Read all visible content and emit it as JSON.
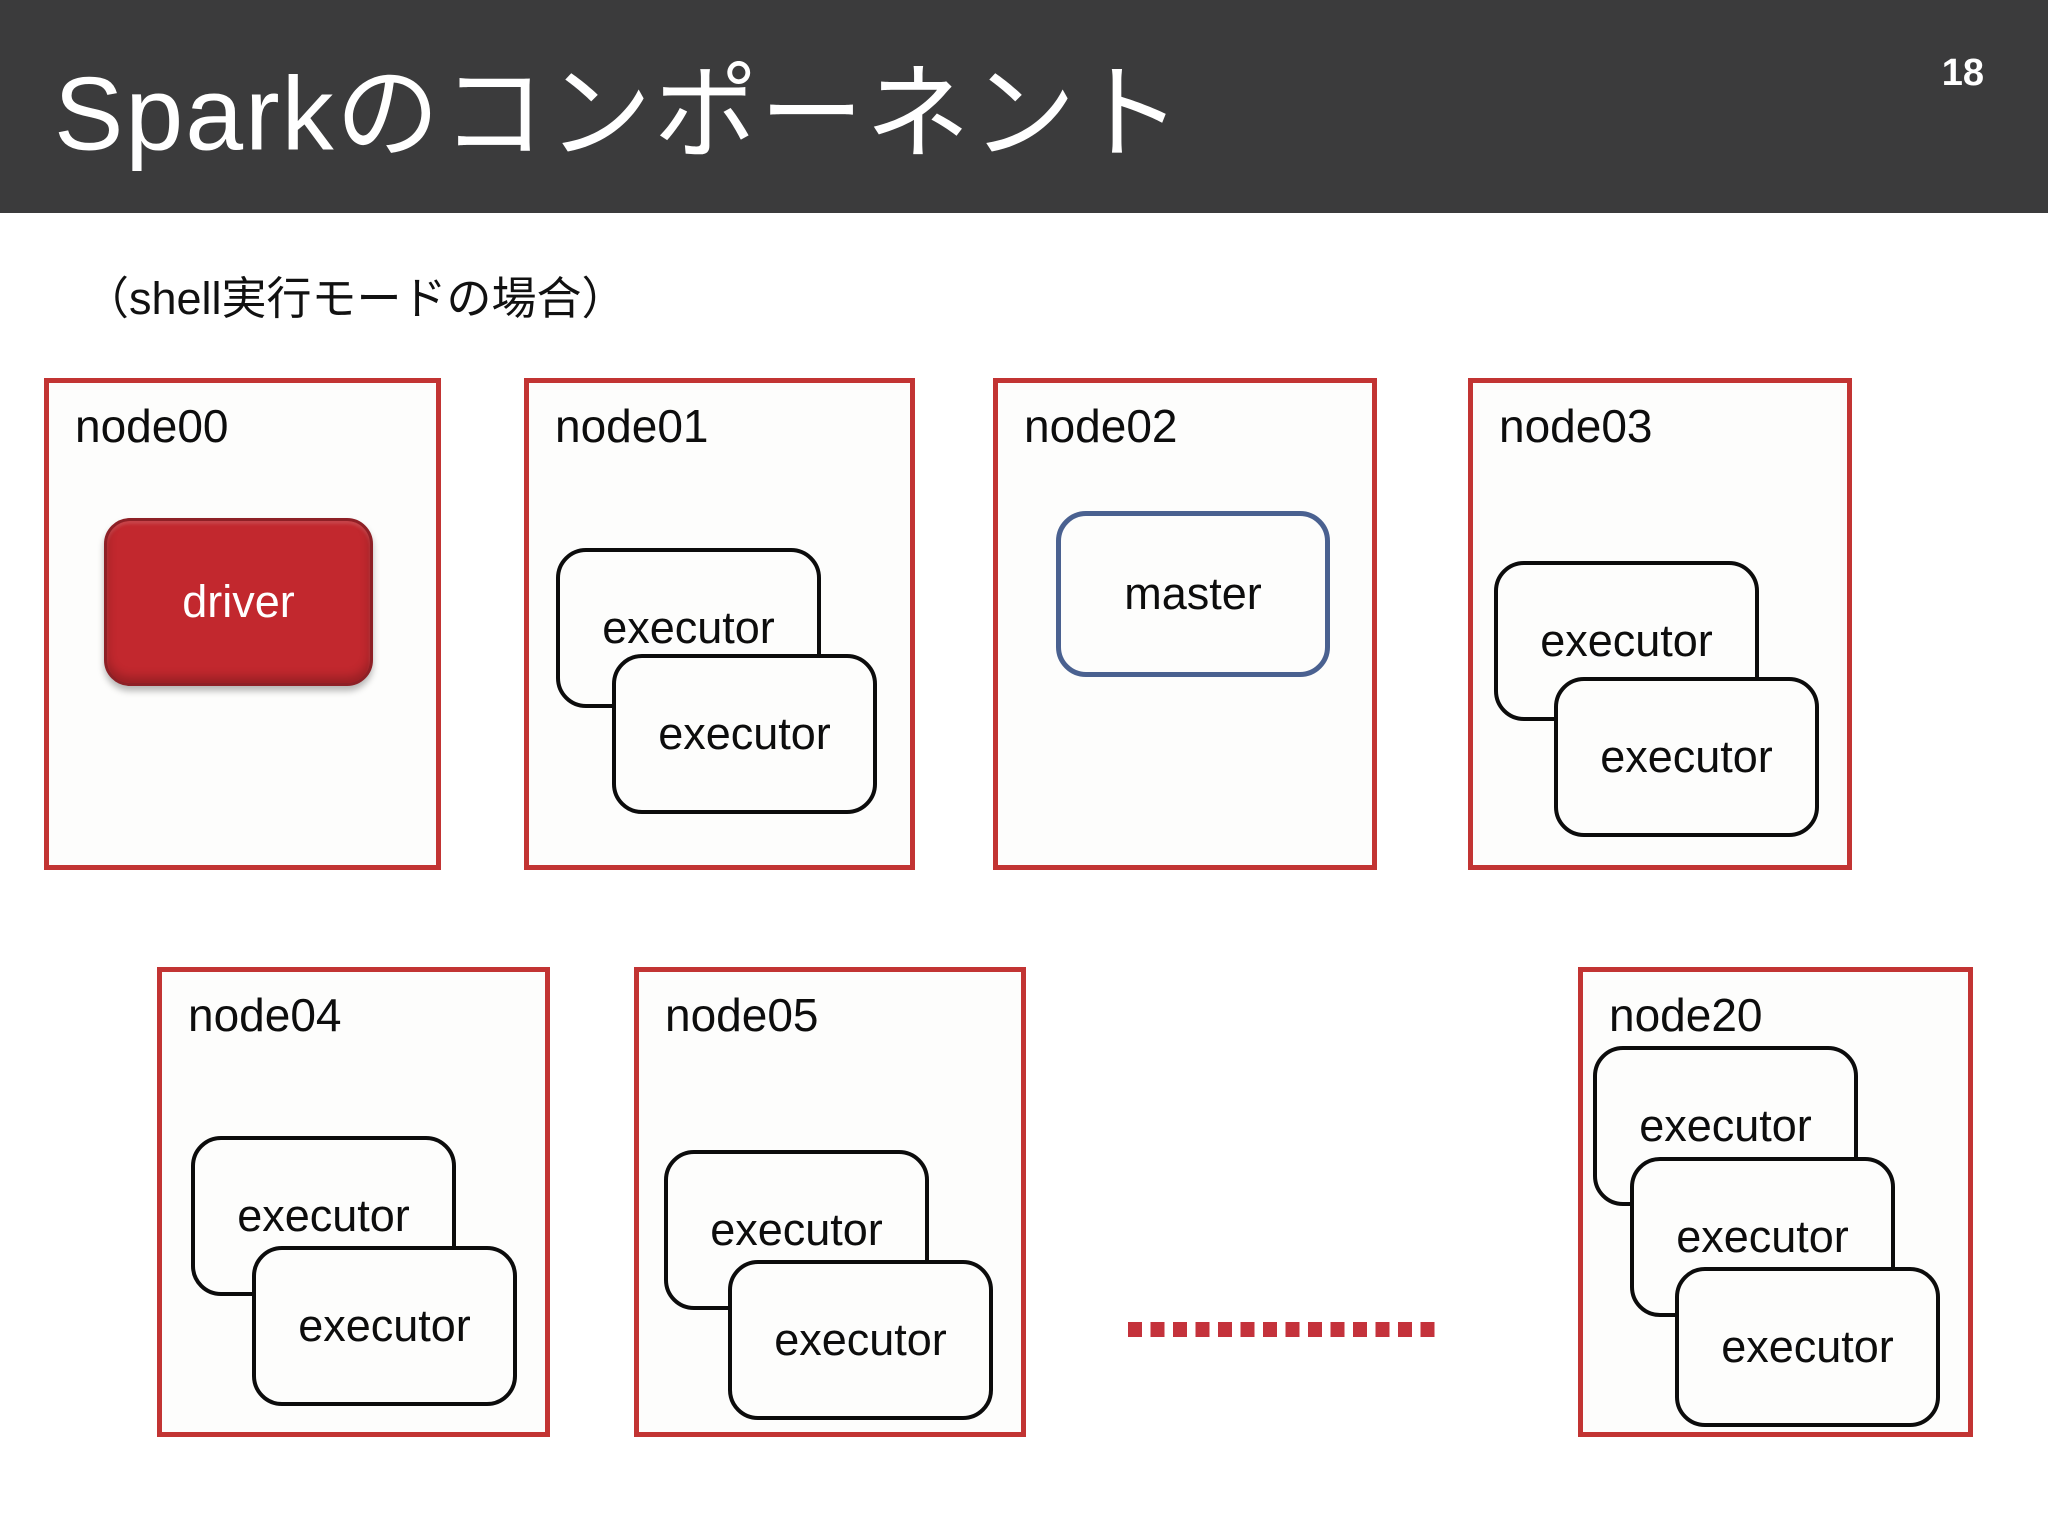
{
  "slide": {
    "title": "Sparkのコンポーネント",
    "page_number": "18",
    "subtitle": "（shell実行モードの場合）"
  },
  "colors": {
    "header_bg": "#3B3B3C",
    "title_text": "#FFFFFF",
    "slide_bg": "#FFFFFF",
    "body_text": "#0D0D0D",
    "node_border_red": "#C23433",
    "driver_fill": "#C2282E",
    "driver_border": "#8E2026",
    "master_border": "#4A6190",
    "executor_border": "#0C0C0C",
    "ellipsis_dot": "#C4323B"
  },
  "nodes": [
    {
      "label": "node00",
      "children": [
        {
          "type": "driver",
          "label": "driver"
        }
      ]
    },
    {
      "label": "node01",
      "children": [
        {
          "type": "executor",
          "label": "executor"
        },
        {
          "type": "executor",
          "label": "executor"
        }
      ]
    },
    {
      "label": "node02",
      "children": [
        {
          "type": "master",
          "label": "master"
        }
      ]
    },
    {
      "label": "node03",
      "children": [
        {
          "type": "executor",
          "label": "executor"
        },
        {
          "type": "executor",
          "label": "executor"
        }
      ]
    },
    {
      "label": "node04",
      "children": [
        {
          "type": "executor",
          "label": "executor"
        },
        {
          "type": "executor",
          "label": "executor"
        }
      ]
    },
    {
      "label": "node05",
      "children": [
        {
          "type": "executor",
          "label": "executor"
        },
        {
          "type": "executor",
          "label": "executor"
        }
      ]
    },
    {
      "label": "node20",
      "children": [
        {
          "type": "executor",
          "label": "executor"
        },
        {
          "type": "executor",
          "label": "executor"
        },
        {
          "type": "executor",
          "label": "executor"
        }
      ]
    }
  ],
  "ellipsis": {
    "dot_count": 14
  }
}
